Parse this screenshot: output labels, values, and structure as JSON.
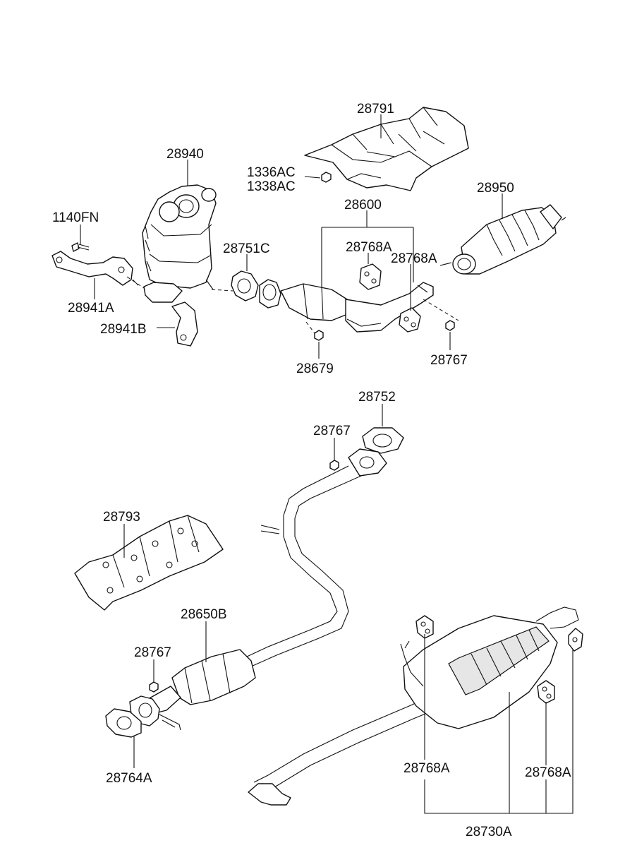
{
  "diagram": {
    "labels": [
      "28791",
      "28940",
      "1336AC",
      "1338AC",
      "28950",
      "1140FN",
      "28600",
      "28751C",
      "28768A",
      "28768A",
      "28941A",
      "28941B",
      "28679",
      "28767",
      "28752",
      "28767",
      "28793",
      "28650B",
      "28767",
      "28764A",
      "28768A",
      "28768A",
      "28730A"
    ]
  }
}
